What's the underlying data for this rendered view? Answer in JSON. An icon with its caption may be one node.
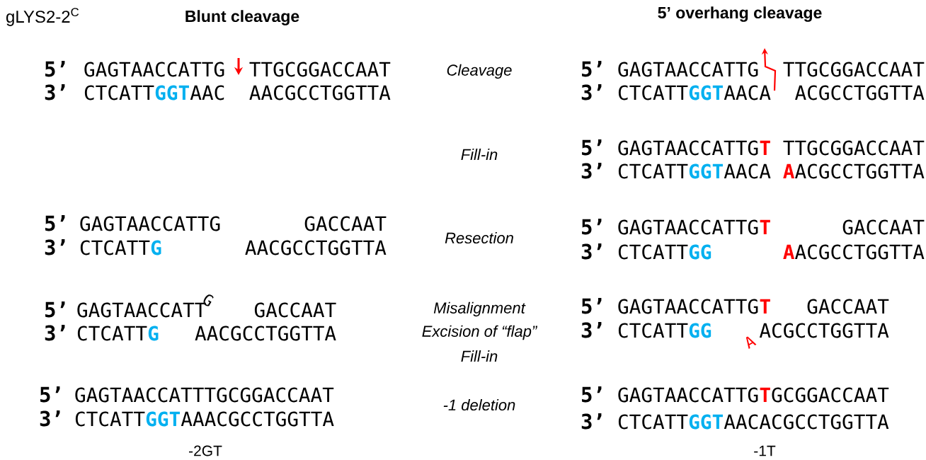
{
  "diagram": {
    "labels": [
      "gLYS2-2$^{C}$",
      "Blunt cleavage",
      "5’ overhang cleavage",
      "5’",
      "GAGTAACCATTG",
      "TTGCGGACCAAT",
      "Cleavage",
      "5’",
      "GAGTAACCATTG",
      "TTGCGGACCAAT",
      "3’",
      "CTCATT",
      "GGT",
      "AAC",
      "AACGCCTGGTTA",
      "3’",
      "CTCATT",
      "GGT",
      "AACA",
      "ACGCCTGGTTA",
      "Fill-in",
      "5’",
      "GAGTAACCATTG",
      "T",
      "TTGCGGACCAAT",
      "3’",
      "CTCATT",
      "GGT",
      "AACA",
      "A",
      "ACGCCTGGTTA",
      "5’",
      "GAGTAACCATTG",
      "GACCAAT",
      "Resection",
      "5’",
      "GAGTAACCATTG",
      "T",
      "GACCAAT",
      "3’",
      "CTCATT",
      "G",
      "AACGCCTGGTTA",
      "3’",
      "CTCATT",
      "GG",
      "A",
      "ACGCCTGGTTA",
      "5’",
      "GAGTAACCATT",
      "G",
      "GACCAAT",
      "Misalignment",
      "5’",
      "GAGTAACCATTG",
      "T",
      "GACCAAT",
      "3’",
      "CTCATT",
      "G",
      "AACGCCTGGTTA",
      "Excision of “flap”",
      "3’",
      "CTCATT",
      "GG",
      "A",
      "ACGCCTGGTTA",
      "Fill-in",
      "5’",
      "GAGTAACCATTTGCGGACCAAT",
      "-1 deletion",
      "5’",
      "GAGTAACCATTG",
      "T",
      "GCGGACCAAT",
      "3’",
      "CTCATT",
      "GGT",
      "AAACGCCTGGTTA",
      "3’",
      "CTCATT",
      "GGT",
      "AACACGCCTGGTTA",
      "-2GT",
      "-1T"
    ]
  }
}
